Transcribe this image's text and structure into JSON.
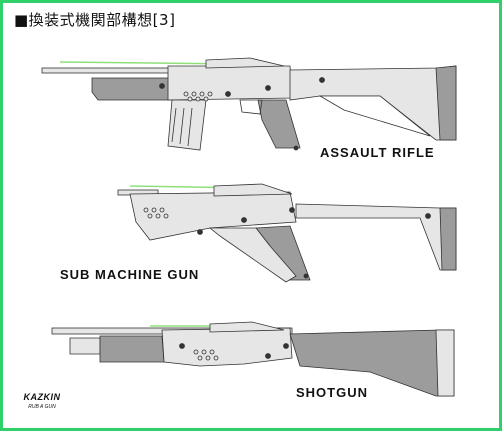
{
  "title": "■換装式機関部構想[3]",
  "labels": {
    "assault": "ASSAULT RIFLE",
    "smg": "SUB MACHINE GUN",
    "shotgun": "SHOTGUN"
  },
  "logo": {
    "name": "KAZKIN",
    "sub": "RUB A GUN"
  },
  "colors": {
    "frame": "#2fd16a",
    "light": "#e6e6e6",
    "dark": "#9c9c9c",
    "outline": "#333333",
    "sight": "#8fe07a"
  }
}
